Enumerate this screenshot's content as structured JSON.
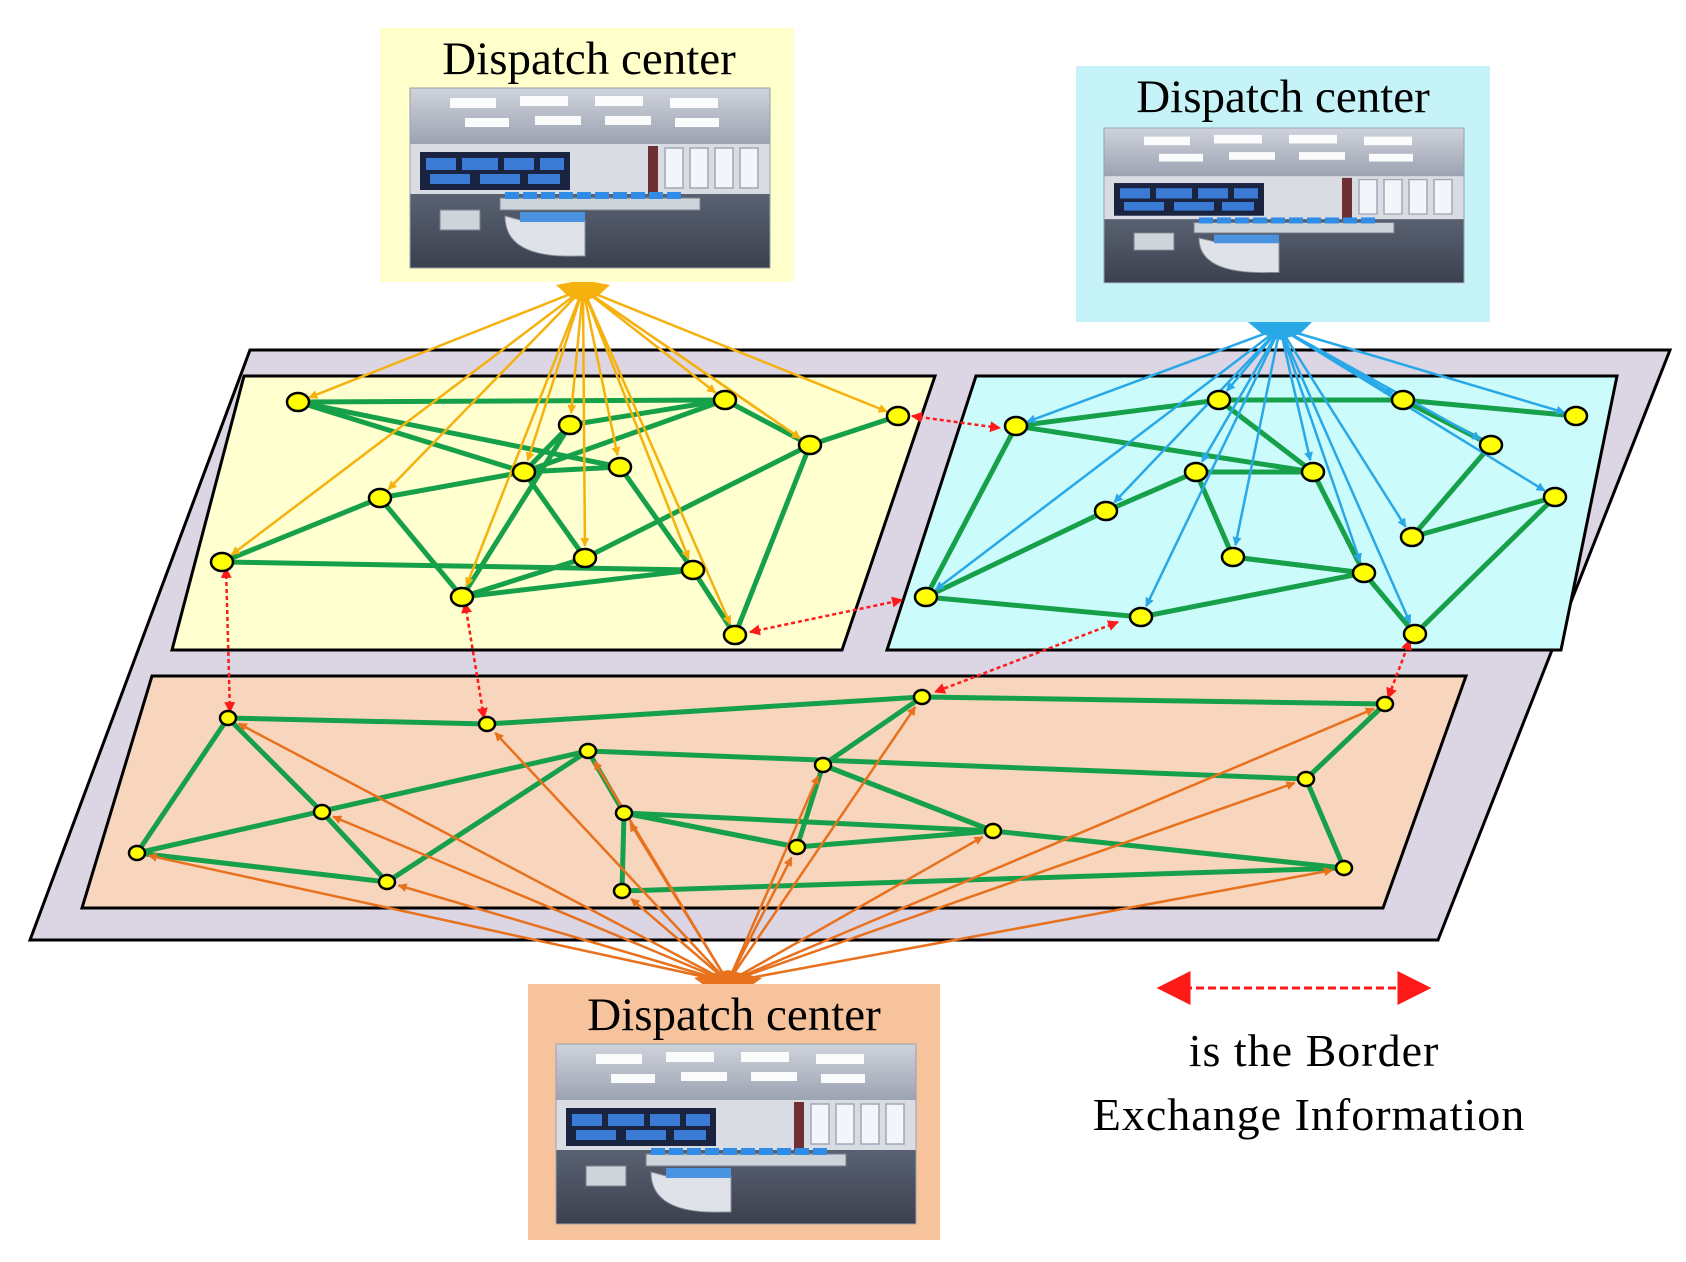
{
  "dispatch_centers": [
    {
      "id": "top-left",
      "label": "Dispatch center",
      "fill": "#ffffcc",
      "arrow_color": "#f5b20f"
    },
    {
      "id": "top-right",
      "label": "Dispatch center",
      "fill": "#c6f3f8",
      "arrow_color": "#29a8e8"
    },
    {
      "id": "bottom",
      "label": "Dispatch center",
      "fill": "#f6c39c",
      "arrow_color": "#e8711e"
    }
  ],
  "regions": {
    "base_plane_fill": "#dcd5e3",
    "yellow_fill": "#ffffd0",
    "cyan_fill": "#ccfbfb",
    "orange_fill": "#f8d6be"
  },
  "colors": {
    "line": "#17a04a",
    "node": "#ffff00",
    "border_exchange": "#ff1a1a"
  },
  "legend": {
    "line1": "is the Border",
    "line2": "Exchange Information"
  }
}
